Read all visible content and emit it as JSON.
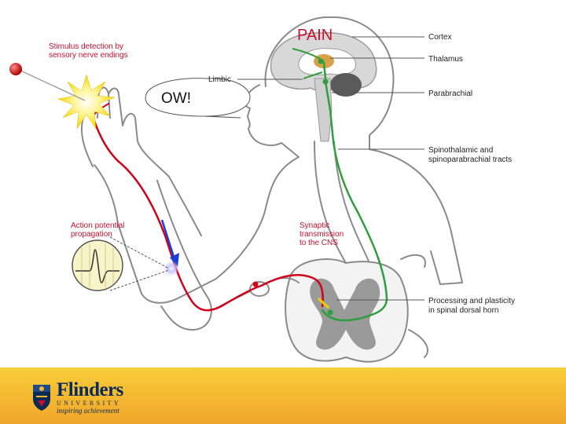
{
  "diagram": {
    "pain": "PAIN",
    "speech": "OW!",
    "labels": {
      "stimulus": [
        "Stimulus detection by",
        "sensory nerve endings"
      ],
      "limbic": "Limbic",
      "action": [
        "Action potential",
        "propagation"
      ],
      "synaptic": [
        "Synaptic",
        "transmission",
        "to the CNS"
      ],
      "cortex": "Cortex",
      "thalamus": "Thalamus",
      "parabrachial": "Parabrachial",
      "spinothalamic": [
        "Spinothalamic and",
        "spinoparabrachial tracts"
      ],
      "processing": [
        "Processing and plasticity",
        "in spinal dorsal horn"
      ]
    },
    "colors": {
      "sensory_pathway": "#d0021b",
      "ascending_pathway": "#2e9e3e",
      "outline": "#8a8a8a",
      "label_red": "#c8102e",
      "footer_gold": "#f4b731",
      "brand_navy": "#0b2a55"
    }
  },
  "footer": {
    "brand": "Flinders",
    "brand_sub": "UNIVERSITY",
    "tagline": "inspiring achievement",
    "crest_icon": "university-crest-icon"
  }
}
